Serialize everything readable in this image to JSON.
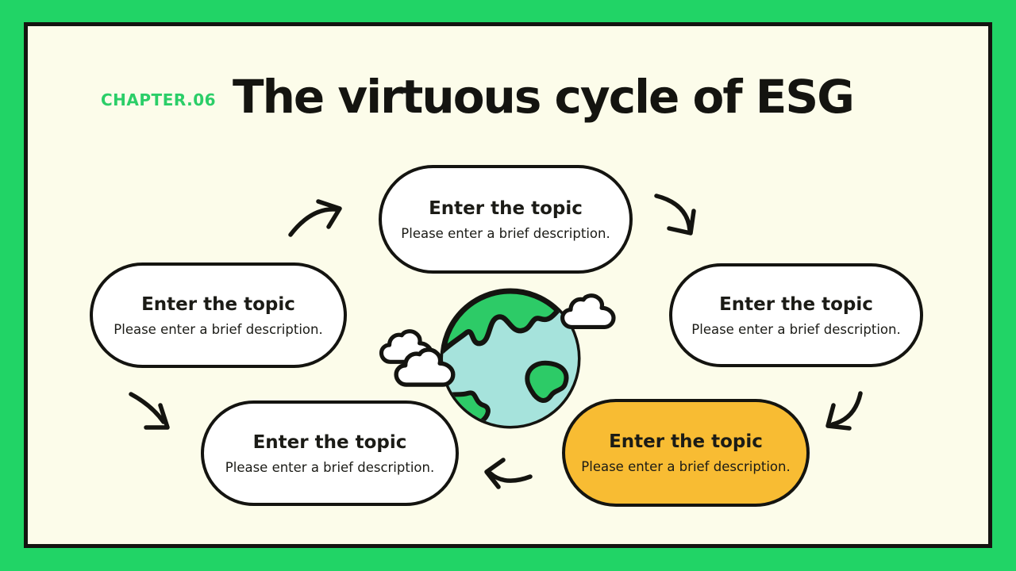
{
  "slide": {
    "chapter_label": "CHAPTER.06",
    "title": "The virtuous cycle of ESG"
  },
  "cycle": {
    "nodes": [
      {
        "id": "top",
        "title": "Enter the topic",
        "description": "Please enter a brief description.",
        "highlighted": false
      },
      {
        "id": "left",
        "title": "Enter the topic",
        "description": "Please enter a brief description.",
        "highlighted": false
      },
      {
        "id": "right",
        "title": "Enter the topic",
        "description": "Please enter a brief description.",
        "highlighted": false
      },
      {
        "id": "bottom-left",
        "title": "Enter the topic",
        "description": "Please enter a brief description.",
        "highlighted": false
      },
      {
        "id": "bottom-right",
        "title": "Enter the topic",
        "description": "Please enter a brief description.",
        "highlighted": true
      }
    ]
  },
  "icons": {
    "center_illustration": "earth-with-clouds-icon",
    "connectors": [
      "arrow-northeast-icon",
      "arrow-southeast-icon",
      "arrow-southwest-icon",
      "arrow-west-icon",
      "arrow-southeast-icon"
    ]
  },
  "colors": {
    "frame_green": "#21D466",
    "background_cream": "#FCFCEA",
    "outline_black": "#141410",
    "accent_yellow": "#F8BC33",
    "card_white": "#FFFFFF",
    "chapter_green": "#2BCE68",
    "earth_green": "#2DCB67",
    "earth_water": "#A6E3DC",
    "text_dark": "#1B1B16"
  }
}
